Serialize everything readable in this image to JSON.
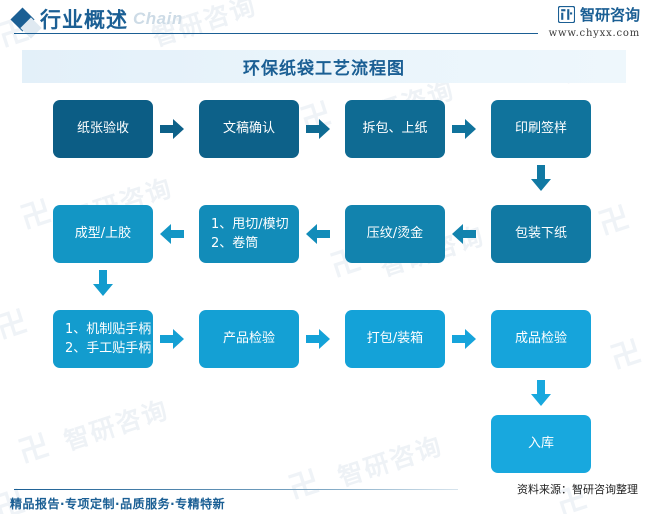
{
  "header": {
    "diamond_icon": "diamond-icon",
    "section_title": "行业概述",
    "ghost_text": "Chain",
    "brand_name": "智研咨询",
    "brand_url": "www.chyxx.com"
  },
  "chart_data": {
    "type": "diagram",
    "title": "环保纸袋工艺流程图",
    "nodes": [
      {
        "id": "n1",
        "label": "纸张验收",
        "color": "#0c5d85"
      },
      {
        "id": "n2",
        "label": "文稿确认",
        "color": "#0d6189"
      },
      {
        "id": "n3",
        "label": "拆包、上纸",
        "color": "#0f6b93"
      },
      {
        "id": "n4",
        "label": "印刷签样",
        "color": "#10739c"
      },
      {
        "id": "n5",
        "label": "包装下纸",
        "color": "#1179a3"
      },
      {
        "id": "n6",
        "label": "压纹/烫金",
        "color": "#1283ae"
      },
      {
        "id": "n7",
        "label": "1、甩切/模切\n2、卷筒",
        "color": "#128cb9"
      },
      {
        "id": "n8",
        "label": "成型/上胶",
        "color": "#1396c5"
      },
      {
        "id": "n9",
        "label": "1、机制贴手柄\n2、手工贴手柄",
        "color": "#139cce"
      },
      {
        "id": "n10",
        "label": "产品检验",
        "color": "#14a0d4"
      },
      {
        "id": "n11",
        "label": "打包/装箱",
        "color": "#14a2d8"
      },
      {
        "id": "n12",
        "label": "成品检验",
        "color": "#16a4db"
      },
      {
        "id": "n13",
        "label": "入库",
        "color": "#18a8de"
      }
    ],
    "edges": [
      {
        "from": "n1",
        "to": "n2",
        "direction": "right"
      },
      {
        "from": "n2",
        "to": "n3",
        "direction": "right"
      },
      {
        "from": "n3",
        "to": "n4",
        "direction": "right"
      },
      {
        "from": "n4",
        "to": "n5",
        "direction": "down"
      },
      {
        "from": "n5",
        "to": "n6",
        "direction": "left"
      },
      {
        "from": "n6",
        "to": "n7",
        "direction": "left"
      },
      {
        "from": "n7",
        "to": "n8",
        "direction": "left"
      },
      {
        "from": "n8",
        "to": "n9",
        "direction": "down"
      },
      {
        "from": "n9",
        "to": "n10",
        "direction": "right"
      },
      {
        "from": "n10",
        "to": "n11",
        "direction": "right"
      },
      {
        "from": "n11",
        "to": "n12",
        "direction": "right"
      },
      {
        "from": "n12",
        "to": "n13",
        "direction": "down"
      }
    ]
  },
  "source_note": "资料来源：智研咨询整理",
  "footer": {
    "tagline": "精品报告·专项定制·品质服务·专精特新"
  },
  "watermark": {
    "text": "智研咨询"
  },
  "colors": {
    "brand": "#1b5f94",
    "banner_bg": "#e8f3fa",
    "flow_start": "#0c5d85",
    "flow_end": "#18a8de"
  }
}
